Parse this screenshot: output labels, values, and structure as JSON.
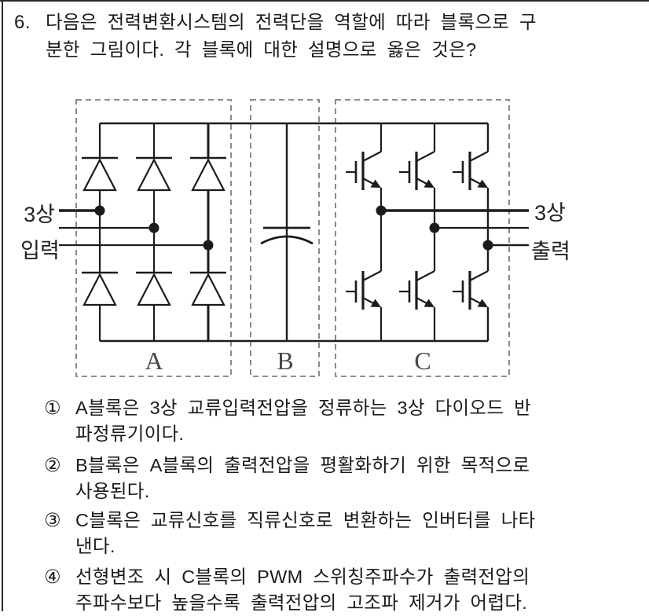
{
  "colors": {
    "background": "#ffffff",
    "ink": "#1b1b1b",
    "dashed_outline": "#7d7d7d"
  },
  "question": {
    "number": "6.",
    "lines": [
      "다음은 전력변환시스템의 전력단을 역할에 따라 블록으로 구",
      "분한 그림이다. 각 블록에 대한 설명으로 옳은 것은?"
    ]
  },
  "diagram": {
    "blocks": [
      {
        "label": "A"
      },
      {
        "label": "B"
      },
      {
        "label": "C"
      }
    ],
    "labels": {
      "input_top": "3상",
      "input_bottom": "입력",
      "output_top": "3상",
      "output_bottom": "출력"
    },
    "visible_components": {
      "block_a_diodes": 6,
      "block_b_capacitors": 1,
      "block_c_igbts": 6,
      "input_phase_lines": 3,
      "output_phase_lines": 3
    }
  },
  "choices": [
    {
      "num": "①",
      "lines": [
        "A블록은 3상 교류입력전압을 정류하는 3상 다이오드 반",
        "파정류기이다."
      ]
    },
    {
      "num": "②",
      "lines": [
        "B블록은 A블록의 출력전압을 평활화하기 위한 목적으로",
        "사용된다."
      ]
    },
    {
      "num": "③",
      "lines": [
        "C블록은 교류신호를 직류신호로 변환하는 인버터를 나타",
        "낸다."
      ]
    },
    {
      "num": "④",
      "lines": [
        "선형변조 시 C블록의 PWM 스위칭주파수가 출력전압의",
        "주파수보다 높을수록 출력전압의 고조파 제거가 어렵다."
      ]
    }
  ]
}
